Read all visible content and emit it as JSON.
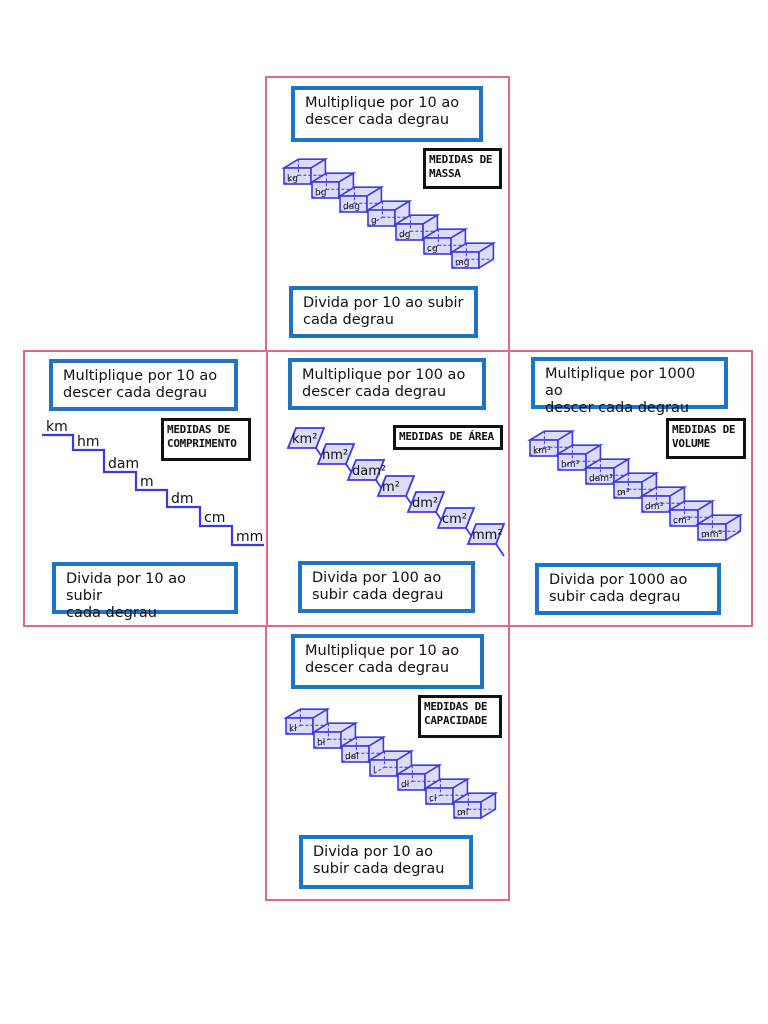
{
  "mass": {
    "multiply": [
      "Multiplique por 10 ao",
      "descer cada degrau"
    ],
    "divide": [
      "Divida por 10 ao subir",
      "cada degrau"
    ],
    "tag": [
      "MEDIDAS DE",
      "MASSA"
    ],
    "units": [
      "kg",
      "hg",
      "dag",
      "g",
      "dg",
      "cg",
      "mg"
    ]
  },
  "length": {
    "multiply": [
      "Multiplique por 10 ao",
      "descer cada degrau"
    ],
    "divide": [
      "Divida por 10 ao subir",
      "cada degrau"
    ],
    "tag": [
      "MEDIDAS DE",
      "COMPRIMENTO"
    ],
    "units": [
      "km",
      "hm",
      "dam",
      "m",
      "dm",
      "cm",
      "mm"
    ]
  },
  "area": {
    "multiply": [
      "Multiplique por 100 ao",
      "descer cada degrau"
    ],
    "divide": [
      "Divida por 100 ao",
      "subir cada degrau"
    ],
    "tag": [
      "MEDIDAS DE ÁREA"
    ],
    "units": [
      "km²",
      "hm²",
      "dam²",
      "m²",
      "dm²",
      "cm²",
      "mm²"
    ]
  },
  "volume": {
    "multiply": [
      "Multiplique por 1000 ao",
      "descer cada degrau"
    ],
    "divide": [
      "Divida por 1000 ao",
      "subir cada degrau"
    ],
    "tag": [
      "MEDIDAS DE",
      "VOLUME"
    ],
    "units": [
      "km³",
      "hm³",
      "dam³",
      "m³",
      "dm³",
      "cm³",
      "mm³"
    ]
  },
  "capacity": {
    "multiply": [
      "Multiplique por 10 ao",
      "descer cada degrau"
    ],
    "divide": [
      "Divida por 10 ao",
      "subir cada degrau"
    ],
    "tag": [
      "MEDIDAS DE",
      "CAPACIDADE"
    ],
    "units": [
      "kl",
      "hl",
      "dal",
      "l",
      "dl",
      "cl",
      "ml"
    ]
  },
  "colors": {
    "panel_border": "#e06a86",
    "note_border": "#1f74c4",
    "stair_stroke": "#3a3ae0",
    "stair_fill": "#dcdcf6"
  }
}
